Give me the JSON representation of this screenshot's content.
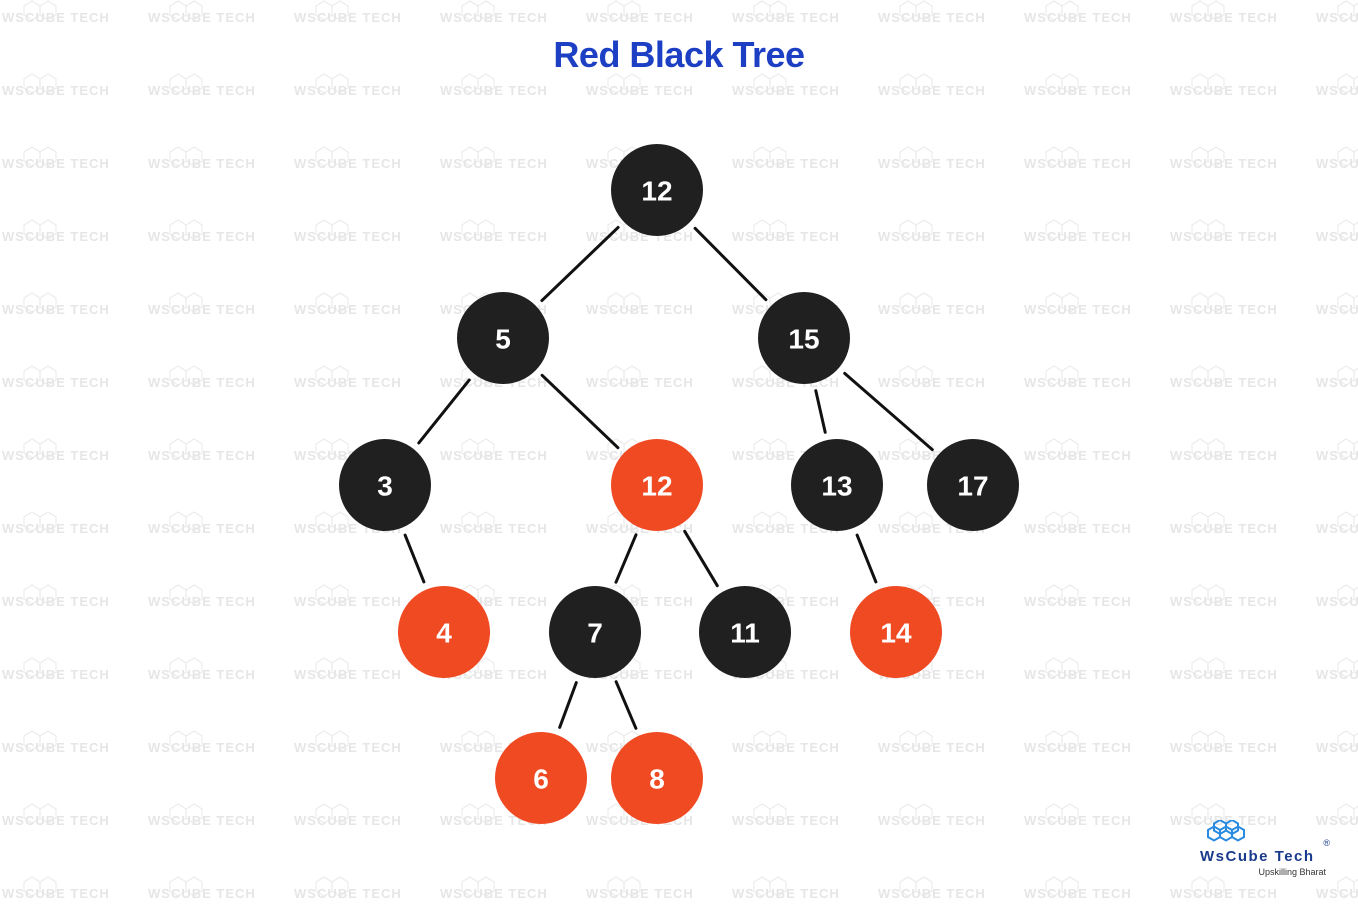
{
  "title": "Red Black Tree",
  "colors": {
    "title": "#1c3fc4",
    "black_node": "#202020",
    "red_node": "#f04a23",
    "edge": "#111111",
    "logo": "#1a3a8c"
  },
  "tree": {
    "nodes": [
      {
        "id": "n12a",
        "value": "12",
        "color": "black"
      },
      {
        "id": "n5",
        "value": "5",
        "color": "black"
      },
      {
        "id": "n15",
        "value": "15",
        "color": "black"
      },
      {
        "id": "n3",
        "value": "3",
        "color": "black"
      },
      {
        "id": "n12b",
        "value": "12",
        "color": "red"
      },
      {
        "id": "n13",
        "value": "13",
        "color": "black"
      },
      {
        "id": "n17",
        "value": "17",
        "color": "black"
      },
      {
        "id": "n4",
        "value": "4",
        "color": "red"
      },
      {
        "id": "n7",
        "value": "7",
        "color": "black"
      },
      {
        "id": "n11",
        "value": "11",
        "color": "black"
      },
      {
        "id": "n14",
        "value": "14",
        "color": "red"
      },
      {
        "id": "n6",
        "value": "6",
        "color": "red"
      },
      {
        "id": "n8",
        "value": "8",
        "color": "red"
      }
    ],
    "edges": [
      {
        "from": "n12a",
        "to": "n5"
      },
      {
        "from": "n12a",
        "to": "n15"
      },
      {
        "from": "n5",
        "to": "n3"
      },
      {
        "from": "n5",
        "to": "n12b"
      },
      {
        "from": "n15",
        "to": "n13"
      },
      {
        "from": "n15",
        "to": "n17"
      },
      {
        "from": "n3",
        "to": "n4"
      },
      {
        "from": "n12b",
        "to": "n7"
      },
      {
        "from": "n12b",
        "to": "n11"
      },
      {
        "from": "n13",
        "to": "n14"
      },
      {
        "from": "n7",
        "to": "n6"
      },
      {
        "from": "n7",
        "to": "n8"
      }
    ]
  },
  "logo": {
    "name": "WsCube Tech",
    "registered": "®",
    "tagline": "Upskilling Bharat"
  }
}
